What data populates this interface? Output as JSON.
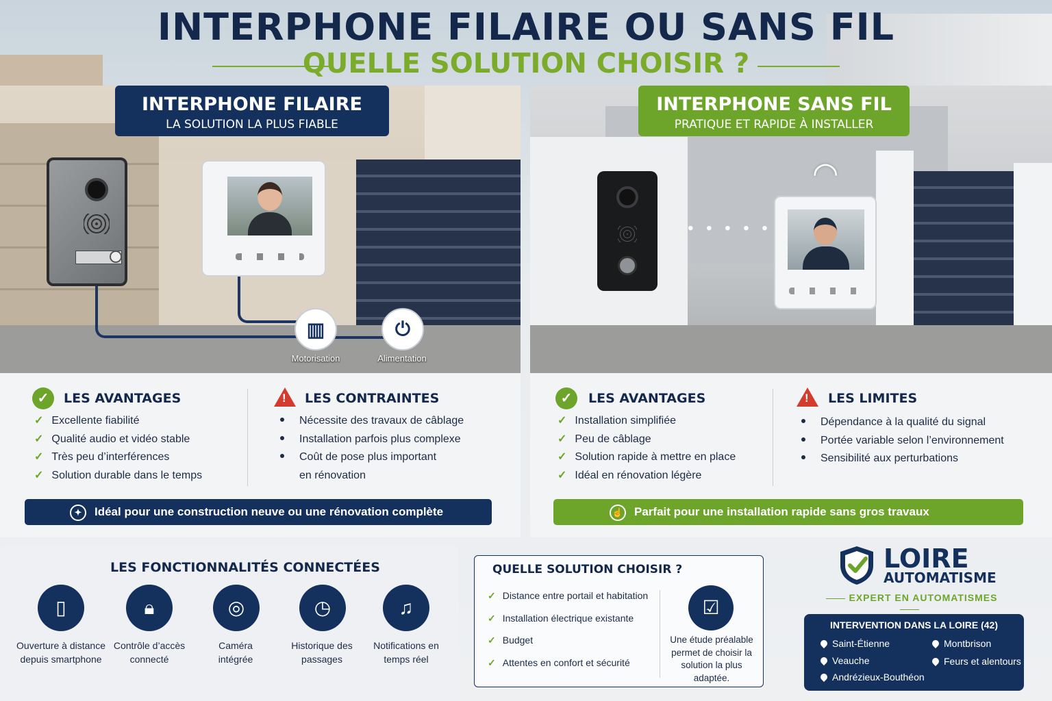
{
  "header": {
    "title": "INTERPHONE FILAIRE OU SANS FIL",
    "subtitle": "QUELLE SOLUTION CHOISIR ?"
  },
  "colors": {
    "navy": "#14305c",
    "green": "#6da52a",
    "red": "#d43b2f"
  },
  "wired": {
    "tag_title": "INTERPHONE FILAIRE",
    "tag_subtitle": "LA SOLUTION LA PLUS FIABLE",
    "icons": [
      {
        "icon": "gate-icon",
        "label": "Motorisation"
      },
      {
        "icon": "power-icon",
        "label": "Alimentation"
      }
    ],
    "advantages": {
      "title": "LES AVANTAGES",
      "items": [
        "Excellente fiabilité",
        "Qualité audio et vidéo stable",
        "Très peu d’interférences",
        "Solution durable dans le temps"
      ]
    },
    "constraints": {
      "title": "LES CONTRAINTES",
      "items": [
        "Nécessite des travaux de câblage",
        "Installation parfois plus complexe",
        "Coût de pose plus important",
        "en rénovation"
      ]
    },
    "banner": "Idéal pour une construction neuve ou une rénovation complète"
  },
  "wireless": {
    "tag_title": "INTERPHONE SANS FIL",
    "tag_subtitle": "PRATIQUE ET RAPIDE À INSTALLER",
    "advantages": {
      "title": "LES AVANTAGES",
      "items": [
        "Installation simplifiée",
        "Peu de câblage",
        "Solution rapide à mettre en place",
        "Idéal en rénovation légère"
      ]
    },
    "limits": {
      "title": "LES LIMITES",
      "items": [
        "Dépendance à la qualité du signal",
        "Portée variable selon l’environnement",
        "Sensibilité aux perturbations"
      ]
    },
    "banner": "Parfait pour une installation rapide sans gros travaux"
  },
  "features": {
    "title": "LES FONCTIONNALITÉS CONNECTÉES",
    "items": [
      {
        "icon": "smartphone-icon",
        "label": "Ouverture à distance depuis smartphone"
      },
      {
        "icon": "lock-icon",
        "label": "Contrôle d’accès connecté"
      },
      {
        "icon": "camera-icon",
        "label": "Caméra intégrée"
      },
      {
        "icon": "history-icon",
        "label": "Historique des passages"
      },
      {
        "icon": "bell-icon",
        "label": "Notifications en temps réel"
      }
    ]
  },
  "choose": {
    "title": "QUELLE SOLUTION CHOISIR ?",
    "items": [
      "Distance entre portail et habitation",
      "Installation électrique existante",
      "Budget",
      "Attentes en confort et sécurité"
    ],
    "note": "Une étude préalable permet de choisir la solution la plus adaptée."
  },
  "brand": {
    "name_1": "LOIRE",
    "name_2": "AUTOMATISME",
    "tagline": "EXPERT EN AUTOMATISMES",
    "zone_title": "INTERVENTION DANS LA LOIRE (42)",
    "cities": [
      "Saint-Étienne",
      "Montbrison",
      "Veauche",
      "Feurs et alentours",
      "Andrézieux-Bouthéon"
    ]
  }
}
